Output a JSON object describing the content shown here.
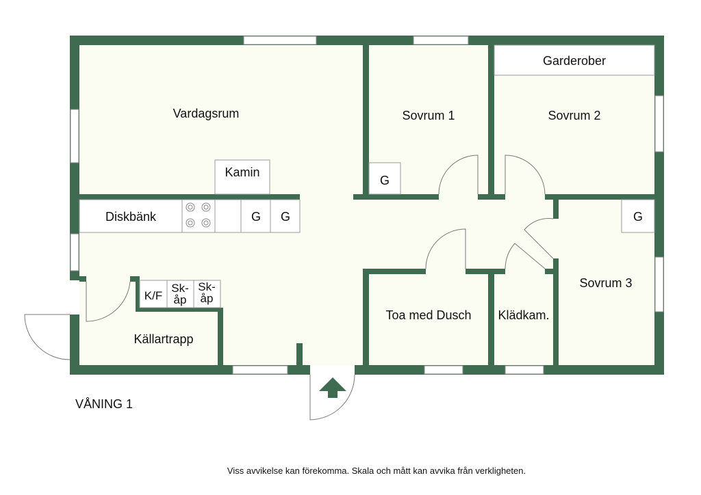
{
  "rooms": {
    "vardagsrum": "Vardagsrum",
    "sovrum1": "Sovrum 1",
    "sovrum2": "Sovrum 2",
    "sovrum3": "Sovrum 3",
    "garderober": "Garderober",
    "kamin": "Kamin",
    "diskbank": "Diskbänk",
    "kallartrapp": "Källartrapp",
    "toa": "Toa med Dusch",
    "kladkam": "Klädkam.",
    "kf": "K/F",
    "skap_top": "Sk-",
    "skap_bottom": "åp",
    "g": "G"
  },
  "floor_label": "VÅNING 1",
  "disclaimer": "Viss avvikelse kan förekomma. Skala och mått kan avvika från verkligheten.",
  "colors": {
    "wall": "#3f6b50",
    "floor": "#fbfcf2"
  }
}
